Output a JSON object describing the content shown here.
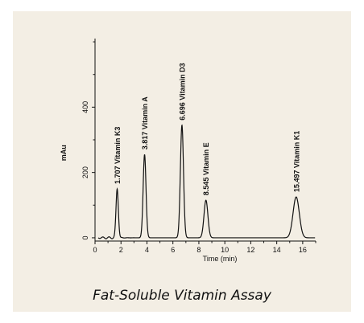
{
  "caption": "Fat-Soluble Vitamin Assay",
  "chart_data": {
    "type": "line",
    "title": "",
    "xlabel": "Time (min)",
    "ylabel": "mAu",
    "xlim": [
      0,
      17
    ],
    "ylim": [
      -10,
      610
    ],
    "x_ticks": [
      0,
      2,
      4,
      6,
      8,
      10,
      12,
      14,
      16
    ],
    "y_ticks": [
      0,
      200,
      400
    ],
    "grid": false,
    "peaks": [
      {
        "rt": 1.707,
        "height": 150,
        "width": 0.09,
        "label": "1.707 Vitamin K3"
      },
      {
        "rt": 3.817,
        "height": 255,
        "width": 0.11,
        "label": "3.817 Vitamin A"
      },
      {
        "rt": 6.696,
        "height": 345,
        "width": 0.12,
        "label": "6.696 Vitamin D3"
      },
      {
        "rt": 8.545,
        "height": 115,
        "width": 0.15,
        "label": "8.545 Vitamin E"
      },
      {
        "rt": 15.497,
        "height": 125,
        "width": 0.24,
        "label": "15.497 Vitamin K1"
      }
    ],
    "line_color": "#111111"
  }
}
